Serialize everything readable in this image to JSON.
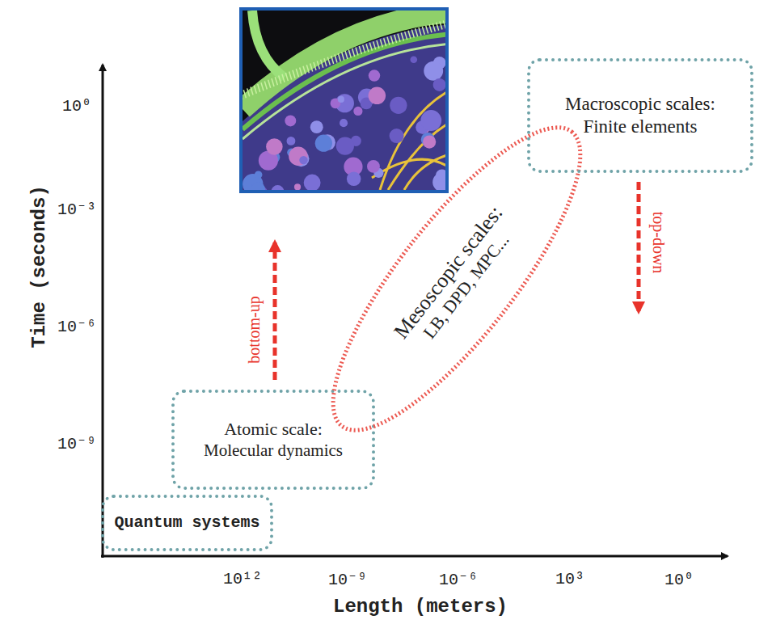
{
  "diagram": {
    "nodes": [
      {
        "text": [
          "Quantum systems"
        ]
      },
      {
        "text": [
          "Atomic scale:",
          "Molecular dynamics"
        ]
      },
      {
        "text": [
          "Mesoscopic scales:",
          "LB, DPD, MPC..."
        ]
      },
      {
        "text": [
          "Macroscopic scales:",
          "Finite elements"
        ]
      }
    ],
    "labels": [
      "Time (seconds)",
      "Length (meters)",
      "10⁰",
      "10⁻³",
      "10⁻⁶",
      "10⁻⁹",
      "10¹²",
      "10⁻⁹",
      "10⁻⁶",
      "10³",
      "10⁰",
      "bottom-up",
      "top-down"
    ]
  }
}
